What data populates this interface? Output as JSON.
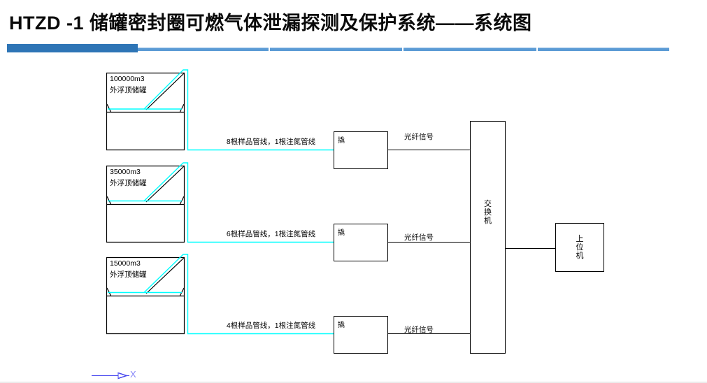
{
  "header": {
    "title": "HTZD -1 储罐密封圈可燃气体泄漏探测及保护系统——系统图"
  },
  "colors": {
    "accent_dark": "#2E75B6",
    "accent_light": "#5B9BD5",
    "pipe_cyan": "#00FFFF",
    "line_black": "#000000",
    "axis_blue": "#4545EF"
  },
  "diagram": {
    "tanks": [
      {
        "capacity": "100000m3",
        "type": "外浮顶储罐",
        "pipe_label": "8根样品管线，1根注氮管线"
      },
      {
        "capacity": "35000m3",
        "type": "外浮顶储罐",
        "pipe_label": "6根样品管线，1根注氮管线"
      },
      {
        "capacity": "15000m3",
        "type": "外浮顶储罐",
        "pipe_label": "4根样品管线，1根注氮管线"
      }
    ],
    "skid_label": "撬",
    "fiber_signal_label": "光纤信号",
    "switch_label": "交换机",
    "host_label": "上位机",
    "axis_label": "X"
  }
}
